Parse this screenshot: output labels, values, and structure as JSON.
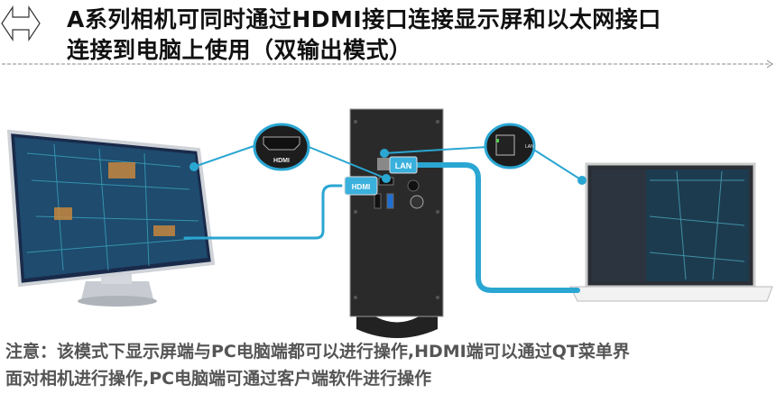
{
  "header": {
    "title_line1": "A系列相机可同时通过HDMI接口连接显示屏和以太网接口",
    "title_line2": "连接到电脑上使用（双输出模式）",
    "icon": "double-arrow-icon"
  },
  "diagram": {
    "hdmi_callout_label": "HDMI",
    "lan_callout_label": "LAN",
    "hdmi_cable_label": "HDMI",
    "lan_cable_label": "LAN",
    "cable_color": "#2aa6d2"
  },
  "note": {
    "line1": "注意：该模式下显示屏端与PC电脑端都可以进行操作,HDMI端可以通过QT菜单界",
    "line2": "面对相机进行操作,PC电脑端可通过客户端软件进行操作"
  }
}
